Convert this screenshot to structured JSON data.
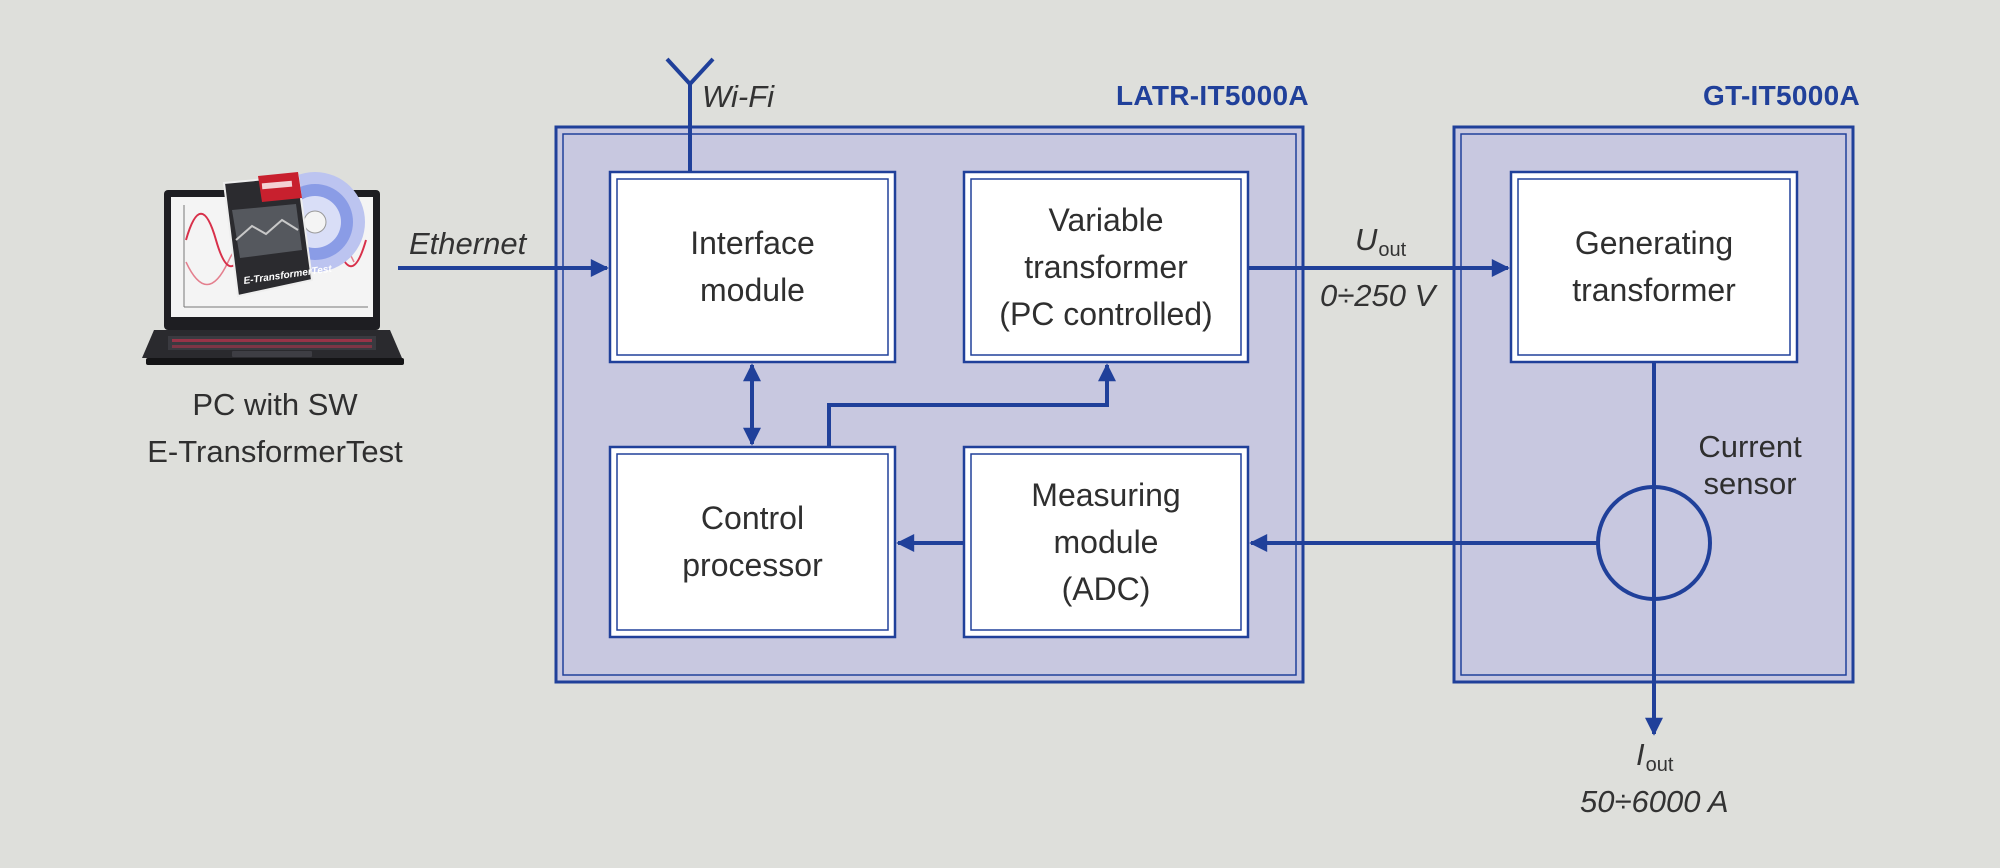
{
  "units": {
    "latr": {
      "title": "LATR-IT5000A"
    },
    "gt": {
      "title": "GT-IT5000A"
    }
  },
  "modules": {
    "interface": {
      "lines": [
        "Interface",
        "module"
      ]
    },
    "variable_transformer": {
      "lines": [
        "Variable",
        "transformer",
        "(PC controlled)"
      ]
    },
    "control_processor": {
      "lines": [
        "Control",
        "processor"
      ]
    },
    "measuring": {
      "lines": [
        "Measuring",
        "module",
        "(ADC)"
      ]
    },
    "generating": {
      "lines": [
        "Generating",
        "transformer"
      ]
    }
  },
  "pc": {
    "lines": [
      "PC with SW",
      "E-TransformerTest"
    ],
    "box_brand": "E-TransformerTest"
  },
  "links": {
    "ethernet": "Ethernet",
    "wifi": "Wi-Fi"
  },
  "output_voltage": {
    "symbol": "U",
    "subscript": "out",
    "range": "0÷250 V"
  },
  "output_current": {
    "symbol": "I",
    "subscript": "out",
    "range": "50÷6000 A"
  },
  "current_sensor": {
    "lines": [
      "Current",
      "sensor"
    ]
  },
  "colors": {
    "line": "#20409a",
    "unit_fill": "#c8c8e0",
    "background": "#dedfdb",
    "module_fill": "#ffffff"
  }
}
